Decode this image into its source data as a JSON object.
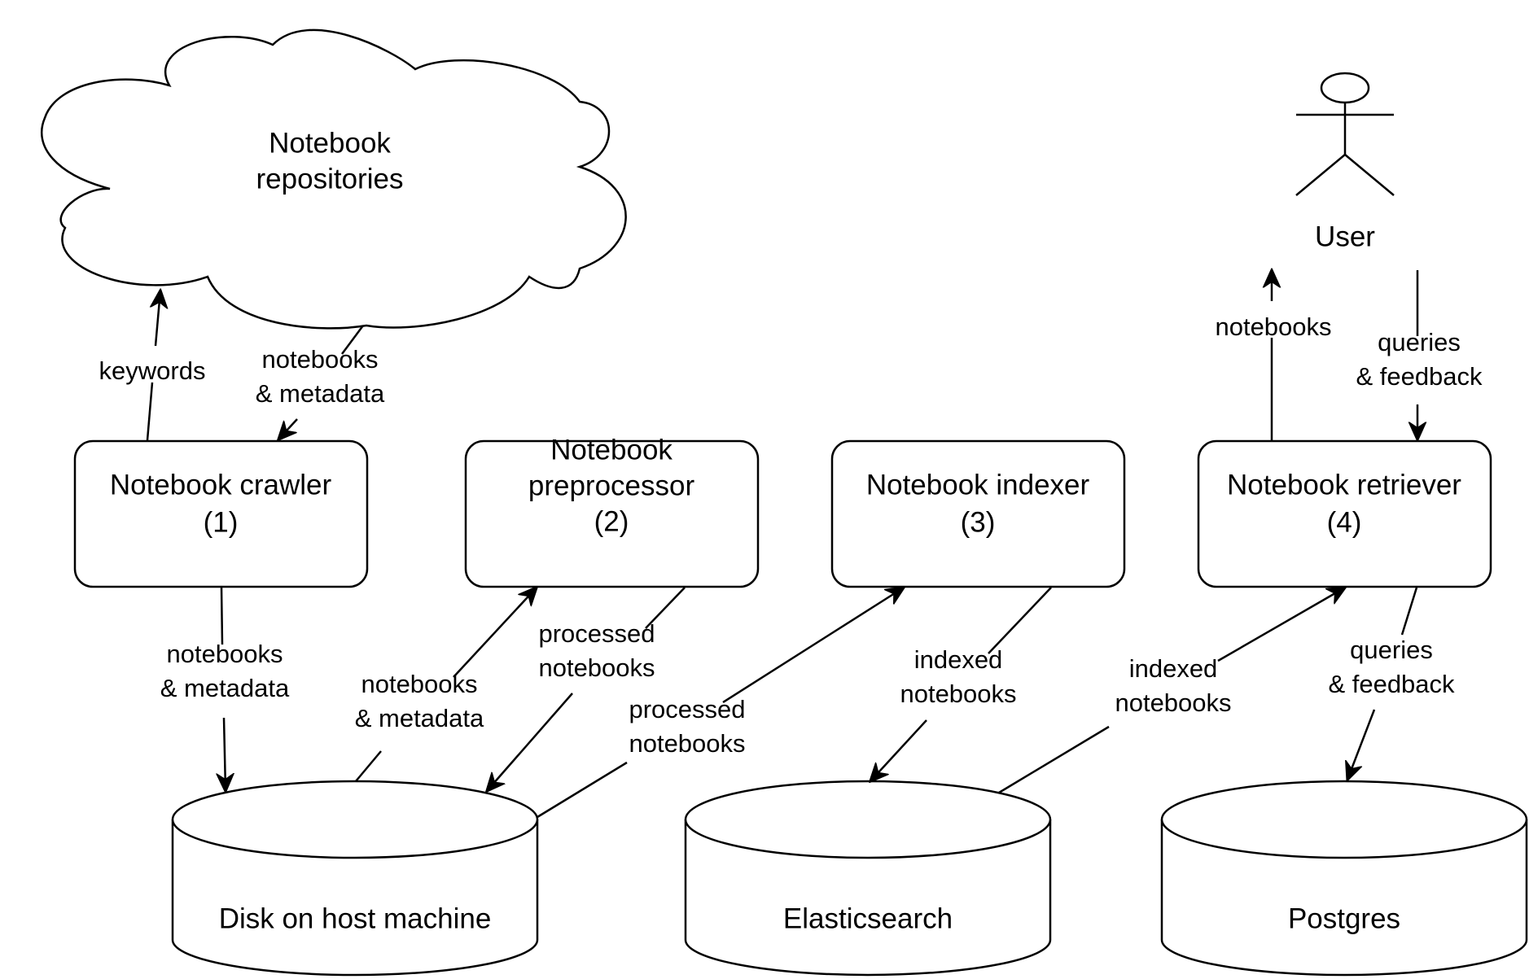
{
  "nodes": {
    "repositories": "Notebook\nrepositories",
    "crawler": "Notebook crawler\n(1)",
    "preprocessor": "Notebook\npreprocessor\n(2)",
    "indexer": "Notebook indexer\n(3)",
    "retriever": "Notebook retriever\n(4)",
    "user": "User",
    "disk": "Disk on host machine",
    "elasticsearch": "Elasticsearch",
    "postgres": "Postgres"
  },
  "edges": {
    "crawler_to_repos": "keywords",
    "repos_to_crawler": "notebooks\n& metadata",
    "crawler_to_disk": "notebooks\n& metadata",
    "disk_to_preprocessor": "notebooks\n& metadata",
    "preprocessor_to_disk": "processed\nnotebooks",
    "disk_to_indexer": "processed\nnotebooks",
    "indexer_to_es": "indexed\nnotebooks",
    "es_to_retriever": "indexed\nnotebooks",
    "retriever_to_user": "notebooks",
    "user_to_retriever": "queries\n& feedback",
    "retriever_to_postgres": "queries\n& feedback"
  }
}
